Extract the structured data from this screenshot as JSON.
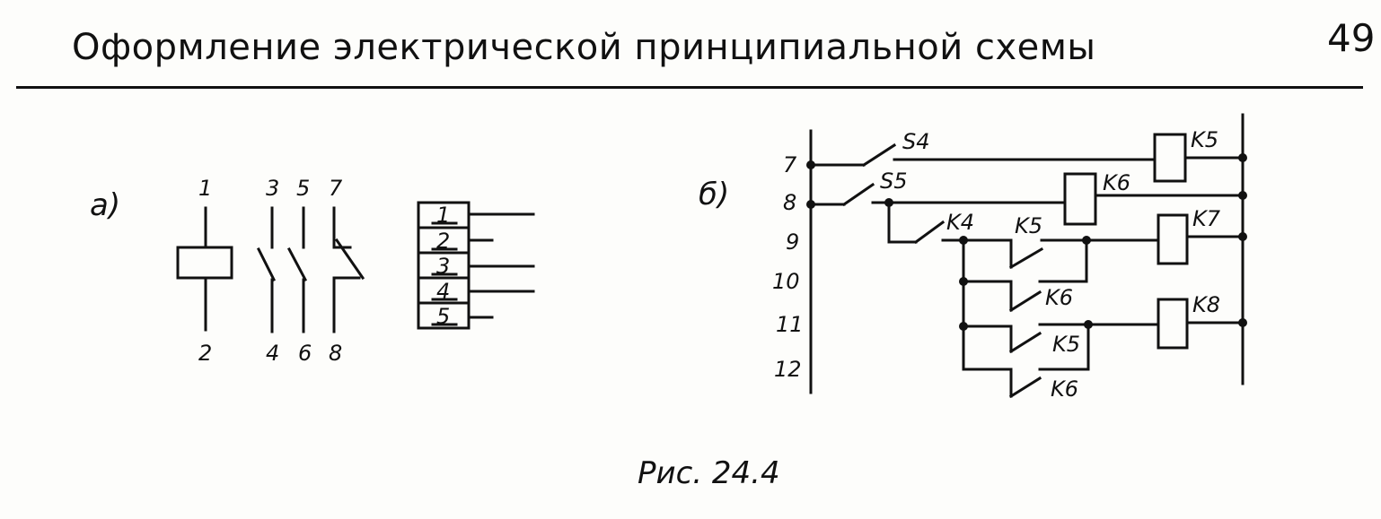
{
  "header": {
    "title": "Оформление электрической принципиальной схемы",
    "page_number": "49"
  },
  "caption": "Рис. 24.4",
  "part_a": {
    "label": "а)",
    "coil_terminals": [
      "1",
      "2"
    ],
    "contact_top_terminals": [
      "3",
      "5",
      "7"
    ],
    "contact_bottom_terminals": [
      "4",
      "6",
      "8"
    ],
    "terminal_block": [
      "1",
      "2",
      "3",
      "4",
      "5"
    ]
  },
  "part_b": {
    "label": "б)",
    "line_numbers": [
      "7",
      "8",
      "9",
      "10",
      "11",
      "12"
    ],
    "switches": [
      "S4",
      "S5"
    ],
    "coils": [
      "K5",
      "K6",
      "K7",
      "K8"
    ],
    "contacts": [
      "K4",
      "K5",
      "K6",
      "K5",
      "K6"
    ]
  }
}
